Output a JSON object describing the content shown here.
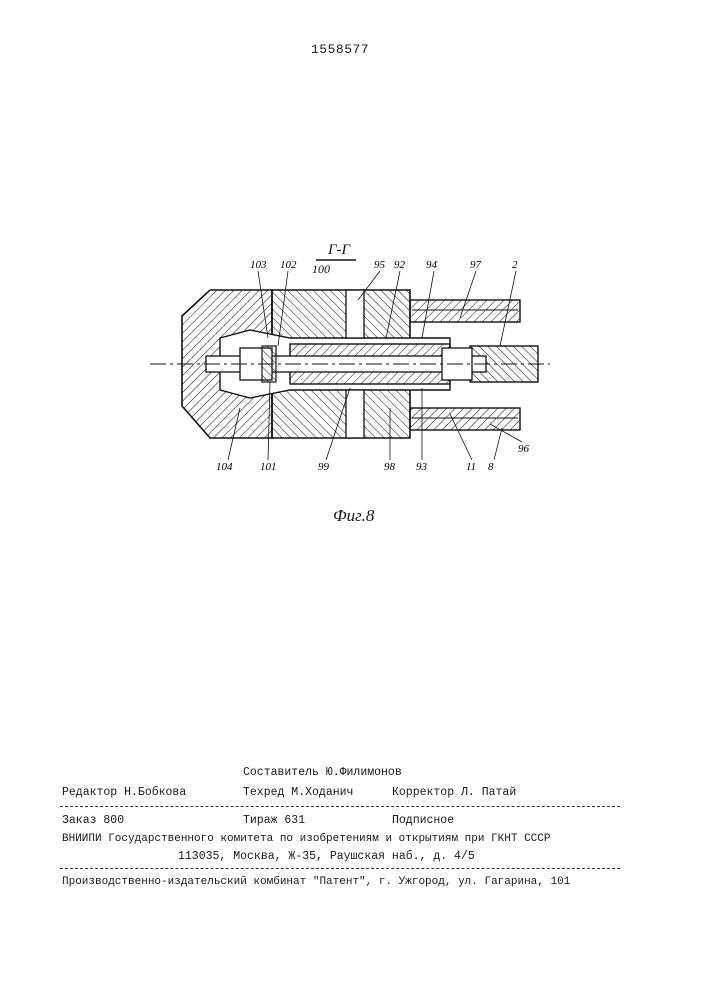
{
  "header": {
    "patent_number": "1558577"
  },
  "figure": {
    "section_label": "Г-Г",
    "section_sub": "100",
    "caption": "Фиг.8",
    "callouts": [
      "103",
      "102",
      "100",
      "95",
      "92",
      "94",
      "97",
      "2",
      "104",
      "101",
      "99",
      "98",
      "93",
      "11",
      "8",
      "96"
    ]
  },
  "imprint": {
    "compiler": "Составитель Ю.Филимонов",
    "editor": "Редактор Н.Бобкова",
    "techred": "Техред  М.Ходанич",
    "corrector": "Корректор Л. Патай",
    "order": "Заказ 800",
    "circulation": "Тираж 631",
    "subscription": "Подписное",
    "institute_line1": "ВНИИПИ Государственного комитета по изобретениям и открытиям при ГКНТ СССР",
    "institute_line2": "113035, Москва, Ж-35, Раушская наб., д. 4/5",
    "publisher": "Производственно-издательский комбинат \"Патент\", г. Ужгород, ул. Гагарина, 101"
  }
}
